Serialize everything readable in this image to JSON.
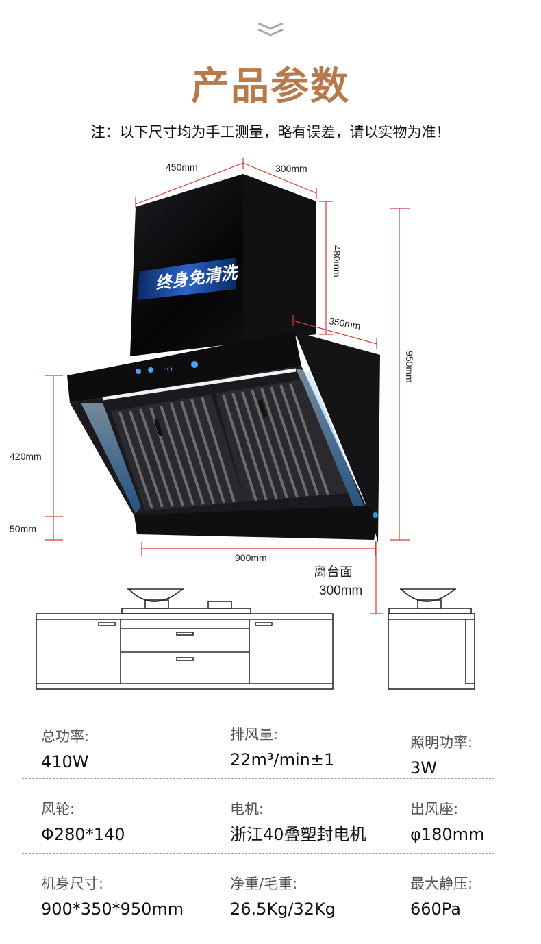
{
  "header": {
    "title": "产品参数",
    "note": "注：以下尺寸均为手工测量，略有误差，请以实物为准！"
  },
  "product": {
    "panel_text": "终身免清洗",
    "display_text": "FO"
  },
  "dimensions": {
    "top_width": "450mm",
    "top_depth": "300mm",
    "chimney_height": "480mm",
    "body_depth": "350mm",
    "total_height": "950mm",
    "front_height": "420mm",
    "lip_height": "50mm",
    "width": "900mm",
    "counter_label": "离台面",
    "counter_distance": "300mm"
  },
  "specs": [
    [
      {
        "label": "总功率:",
        "value": "410W"
      },
      {
        "label": "排风量:",
        "value": "22m³/min±1"
      },
      {
        "label": "照明功率:",
        "value": "3W"
      }
    ],
    [
      {
        "label": "风轮:",
        "value": "Φ280*140"
      },
      {
        "label": "电机:",
        "value": "浙江40叠塑封电机"
      },
      {
        "label": "出风座:",
        "value": "φ180mm"
      }
    ],
    [
      {
        "label": "机身尺寸:",
        "value": "900*350*950mm"
      },
      {
        "label": "净重/毛重:",
        "value": "26.5Kg/32Kg"
      },
      {
        "label": "最大静压:",
        "value": "660Pa"
      }
    ]
  ]
}
